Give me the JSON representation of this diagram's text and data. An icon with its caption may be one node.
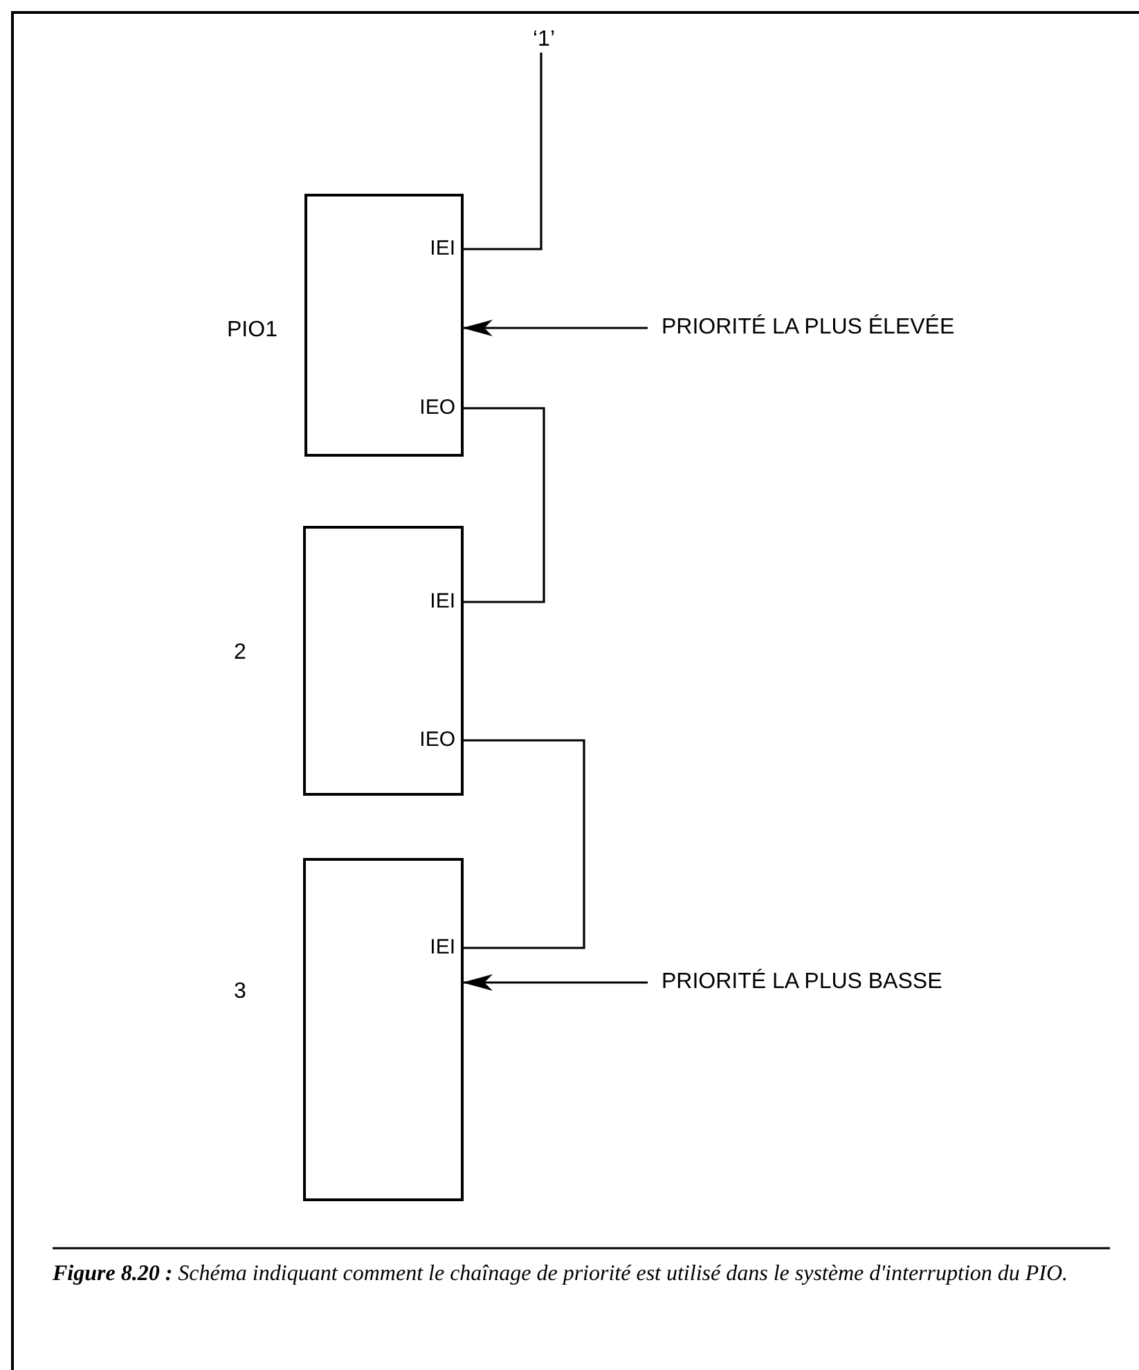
{
  "diagram": {
    "caption": "**Figure 8.20 :** Schéma indiquant comment le chaînage de priorité est utilisé dans le système d'interruption du PIO.",
    "nodes": [
      {
        "text": [
          "IEI",
          "IEO"
        ],
        "beside": [
          "PIO1"
        ]
      },
      {
        "text": [
          "IEI",
          "IEO"
        ],
        "beside": [
          "2"
        ]
      },
      {
        "text": [
          "IEI"
        ],
        "beside": [
          "3"
        ]
      },
      {
        "text": [
          "‘1’"
        ]
      },
      {
        "text": [
          "PRIORITÉ LA PLUS ÉLEVÉE"
        ]
      },
      {
        "text": [
          "PRIORITÉ LA PLUS BASSE"
        ]
      }
    ],
    "edges": [
      {
        "from": 3,
        "to": 0,
        "arrow": "none"
      },
      {
        "from": 0,
        "to": 1,
        "arrow": "none"
      },
      {
        "from": 1,
        "to": 2,
        "arrow": "none"
      },
      {
        "from": 4,
        "to": 0,
        "arrow": "to"
      },
      {
        "from": 5,
        "to": 2,
        "arrow": "to"
      }
    ]
  }
}
